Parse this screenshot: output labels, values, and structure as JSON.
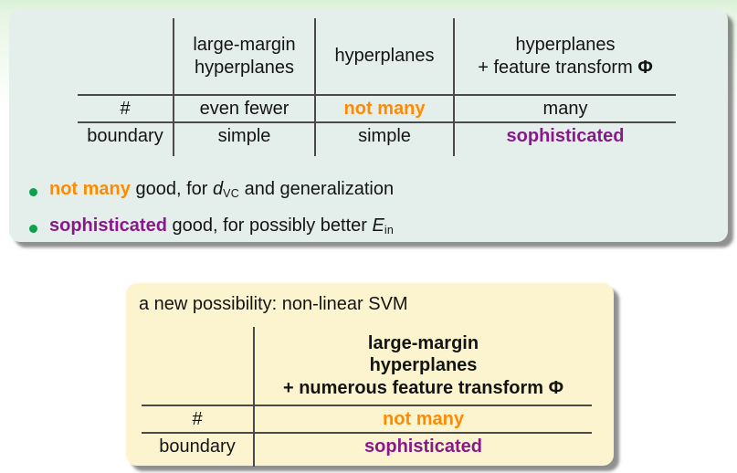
{
  "colors": {
    "panel_teal": "#e4efeb",
    "panel_yellow": "#fbf4cf",
    "orange": "#ff8a00",
    "purple": "#8b188b",
    "bullet_green": "#0da14e",
    "rule_gray": "#4a4a4a"
  },
  "comparison_table": {
    "columns": [
      {
        "line1": "large-margin",
        "line2": "hyperplanes"
      },
      {
        "line1": "hyperplanes"
      },
      {
        "line1": "hyperplanes",
        "line2": "+ feature transform",
        "phi": "Φ"
      }
    ],
    "row1": {
      "label": "#",
      "c1": "even fewer",
      "c2": "not many",
      "c3": "many"
    },
    "row2": {
      "label": "boundary",
      "c1": "simple",
      "c2": "simple",
      "c3": "sophisticated"
    }
  },
  "bullets": [
    {
      "lead": "not many",
      "text1": " good, for ",
      "var": "d",
      "sub": "VC",
      "text2": " and generalization"
    },
    {
      "lead": "sophisticated",
      "text1": " good, for possibly better ",
      "var": "E",
      "sub": "in",
      "text2": ""
    }
  ],
  "possibility": {
    "title": "a new possibility: non-linear SVM",
    "header_line1": "large-margin",
    "header_line2": "hyperplanes",
    "header_line3": "+ numerous feature transform Φ",
    "row1_label": "#",
    "row1_value": "not many",
    "row2_label": "boundary",
    "row2_value": "sophisticated"
  }
}
